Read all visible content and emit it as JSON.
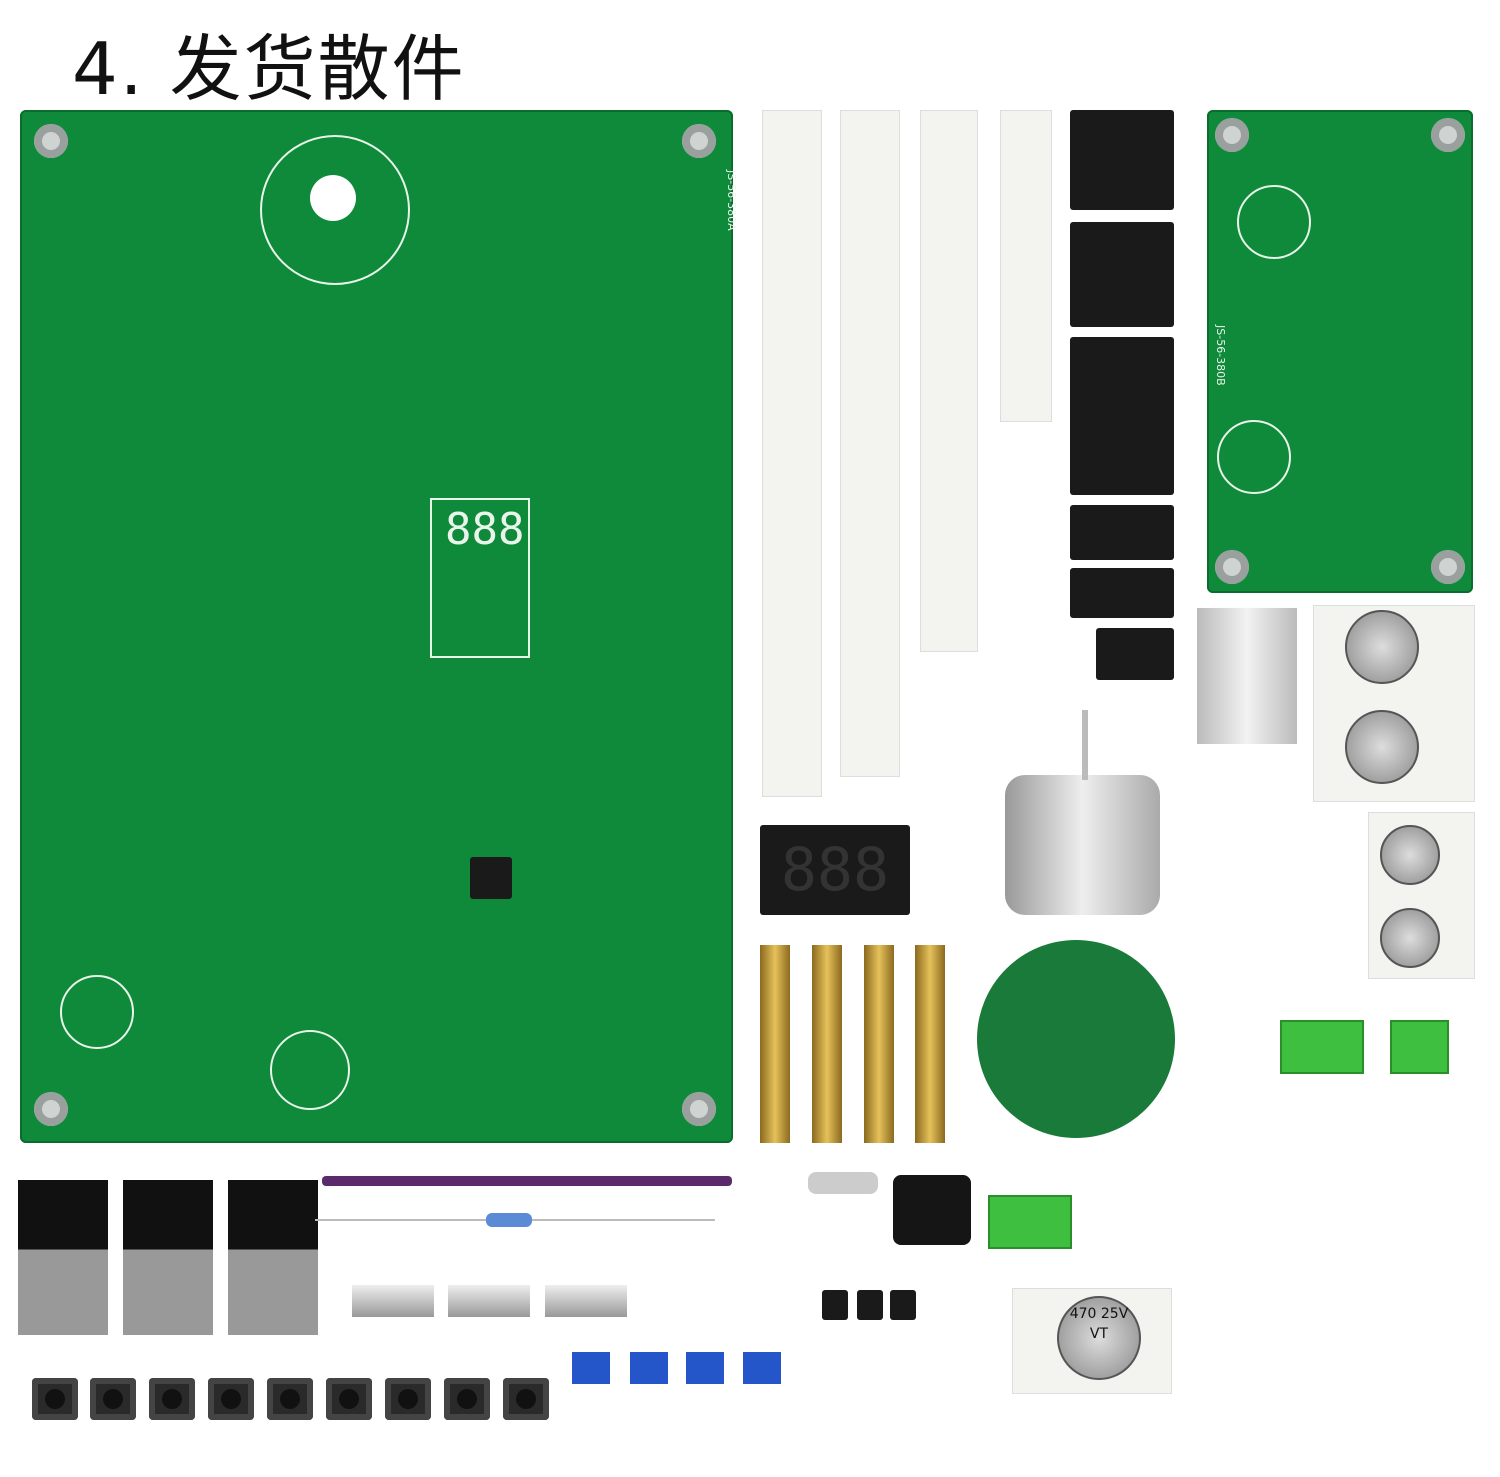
{
  "title": "4. 发货散件",
  "main_board": {
    "label": "JS-56-380A"
  },
  "small_board": {
    "label": "JS-56-380B"
  },
  "capacitor_marking": "470 25V VT",
  "colors": {
    "pcb": "#0e8a3a",
    "silkscreen": "#e9f5ea",
    "terminal": "#3fbf3f",
    "brass": "#d6b04a",
    "trimmer": "#2456c9"
  }
}
